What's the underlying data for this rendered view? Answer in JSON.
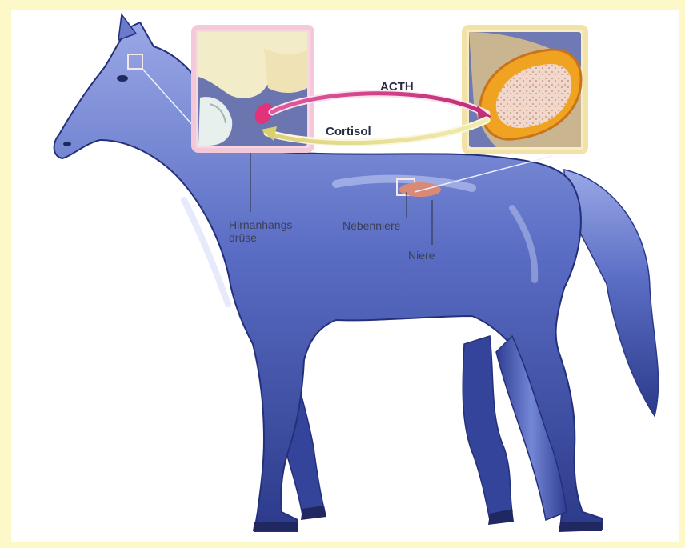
{
  "labels": {
    "acth": "ACTH",
    "cortisol": "Cortisol",
    "pituitary_line1": "Hirnanhangs-",
    "pituitary_line2": "drüse",
    "adrenal": "Nebenniere",
    "kidney": "Niere"
  },
  "colors": {
    "background": "#fdf8c8",
    "horse_body": "#4b5fb8",
    "acth_arrow": "#cf3f86",
    "cortisol_arrow": "#e8e29a",
    "pituitary_gland": "#e0337a",
    "adrenal_cortex": "#f0a321"
  }
}
